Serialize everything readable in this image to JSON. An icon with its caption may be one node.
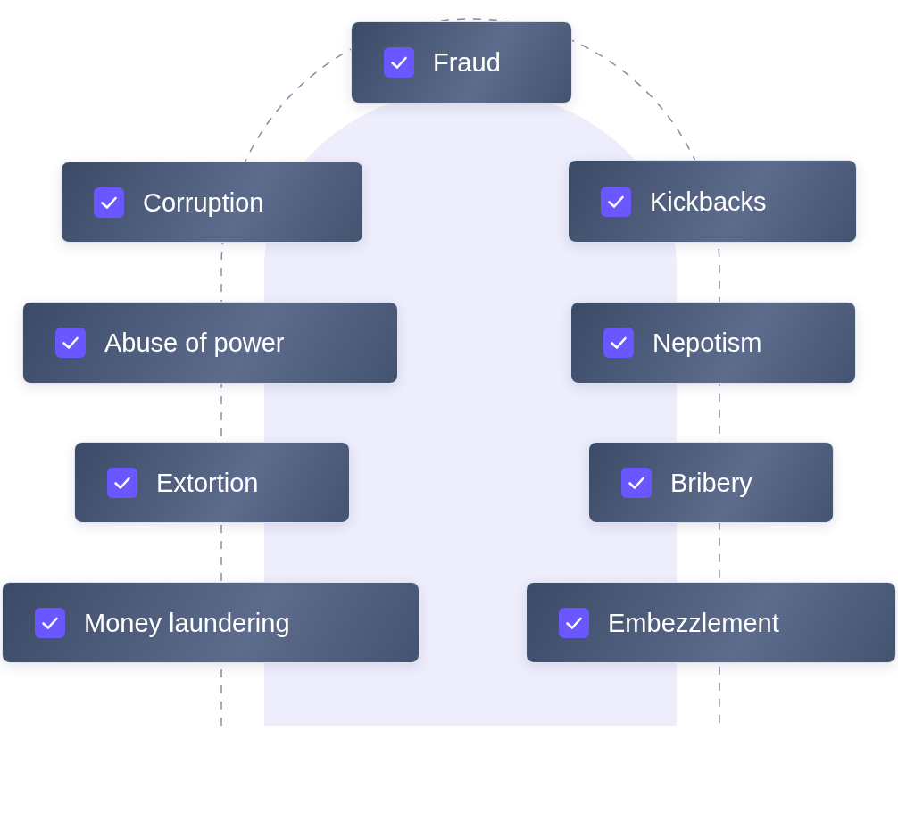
{
  "diagram": {
    "nodes": [
      {
        "text": [
          "Fraud"
        ]
      },
      {
        "text": [
          "Corruption"
        ]
      },
      {
        "text": [
          "Kickbacks"
        ]
      },
      {
        "text": [
          "Abuse of power"
        ]
      },
      {
        "text": [
          "Nepotism"
        ]
      },
      {
        "text": [
          "Extortion"
        ]
      },
      {
        "text": [
          "Bribery"
        ]
      },
      {
        "text": [
          "Money laundering"
        ]
      },
      {
        "text": [
          "Embezzlement"
        ]
      }
    ]
  }
}
